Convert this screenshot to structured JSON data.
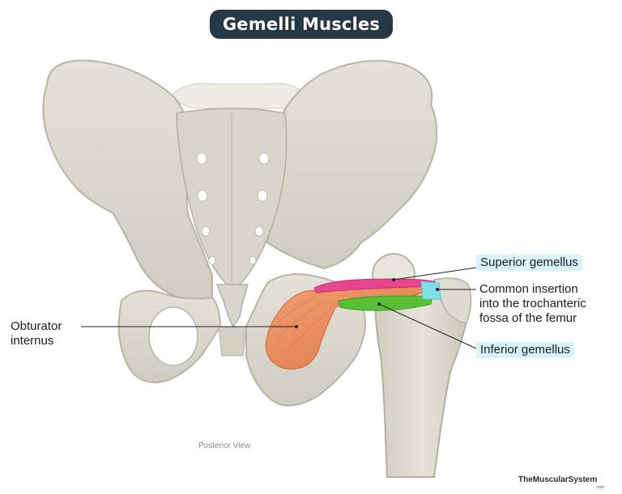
{
  "title": "Gemelli Muscles",
  "view_caption": "Posterior View",
  "labels": {
    "superior_gemellus": "Superior gemellus",
    "insertion": [
      "Common insertion",
      "into the trochanteric",
      "fossa of the femur"
    ],
    "obturator_internus": [
      "Obturator",
      "internus"
    ],
    "inferior_gemellus": "Inferior gemellus"
  },
  "watermark": {
    "name": "TheMuscularSystem",
    "suffix": ".com"
  },
  "colors": {
    "title_bg": "#263746",
    "title_text": "#ffffff",
    "label_highlight": "#d7f4fb",
    "bone": "#d9d7cc",
    "bone_shadow": "#b8b5a7",
    "superior_gemellus": "#e8468f",
    "inferior_gemellus": "#5bbf35",
    "obturator_internus": "#e98a57",
    "tendon": "#7fe0e8",
    "leader_line": "#222222"
  }
}
